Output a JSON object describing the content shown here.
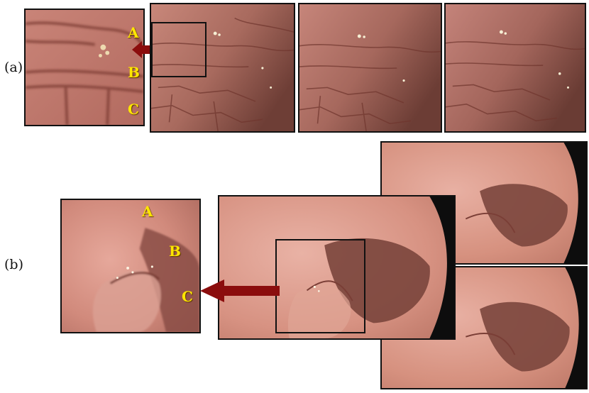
{
  "figure": {
    "panel_a_label": "(a)",
    "panel_b_label": "(b)"
  },
  "markers": {
    "a": [
      "A",
      "B",
      "C"
    ],
    "b": [
      "A",
      "B",
      "C"
    ]
  },
  "colors": {
    "marker": "#ffe600",
    "arrow": "#8b0d0d",
    "frame": "#111111"
  }
}
